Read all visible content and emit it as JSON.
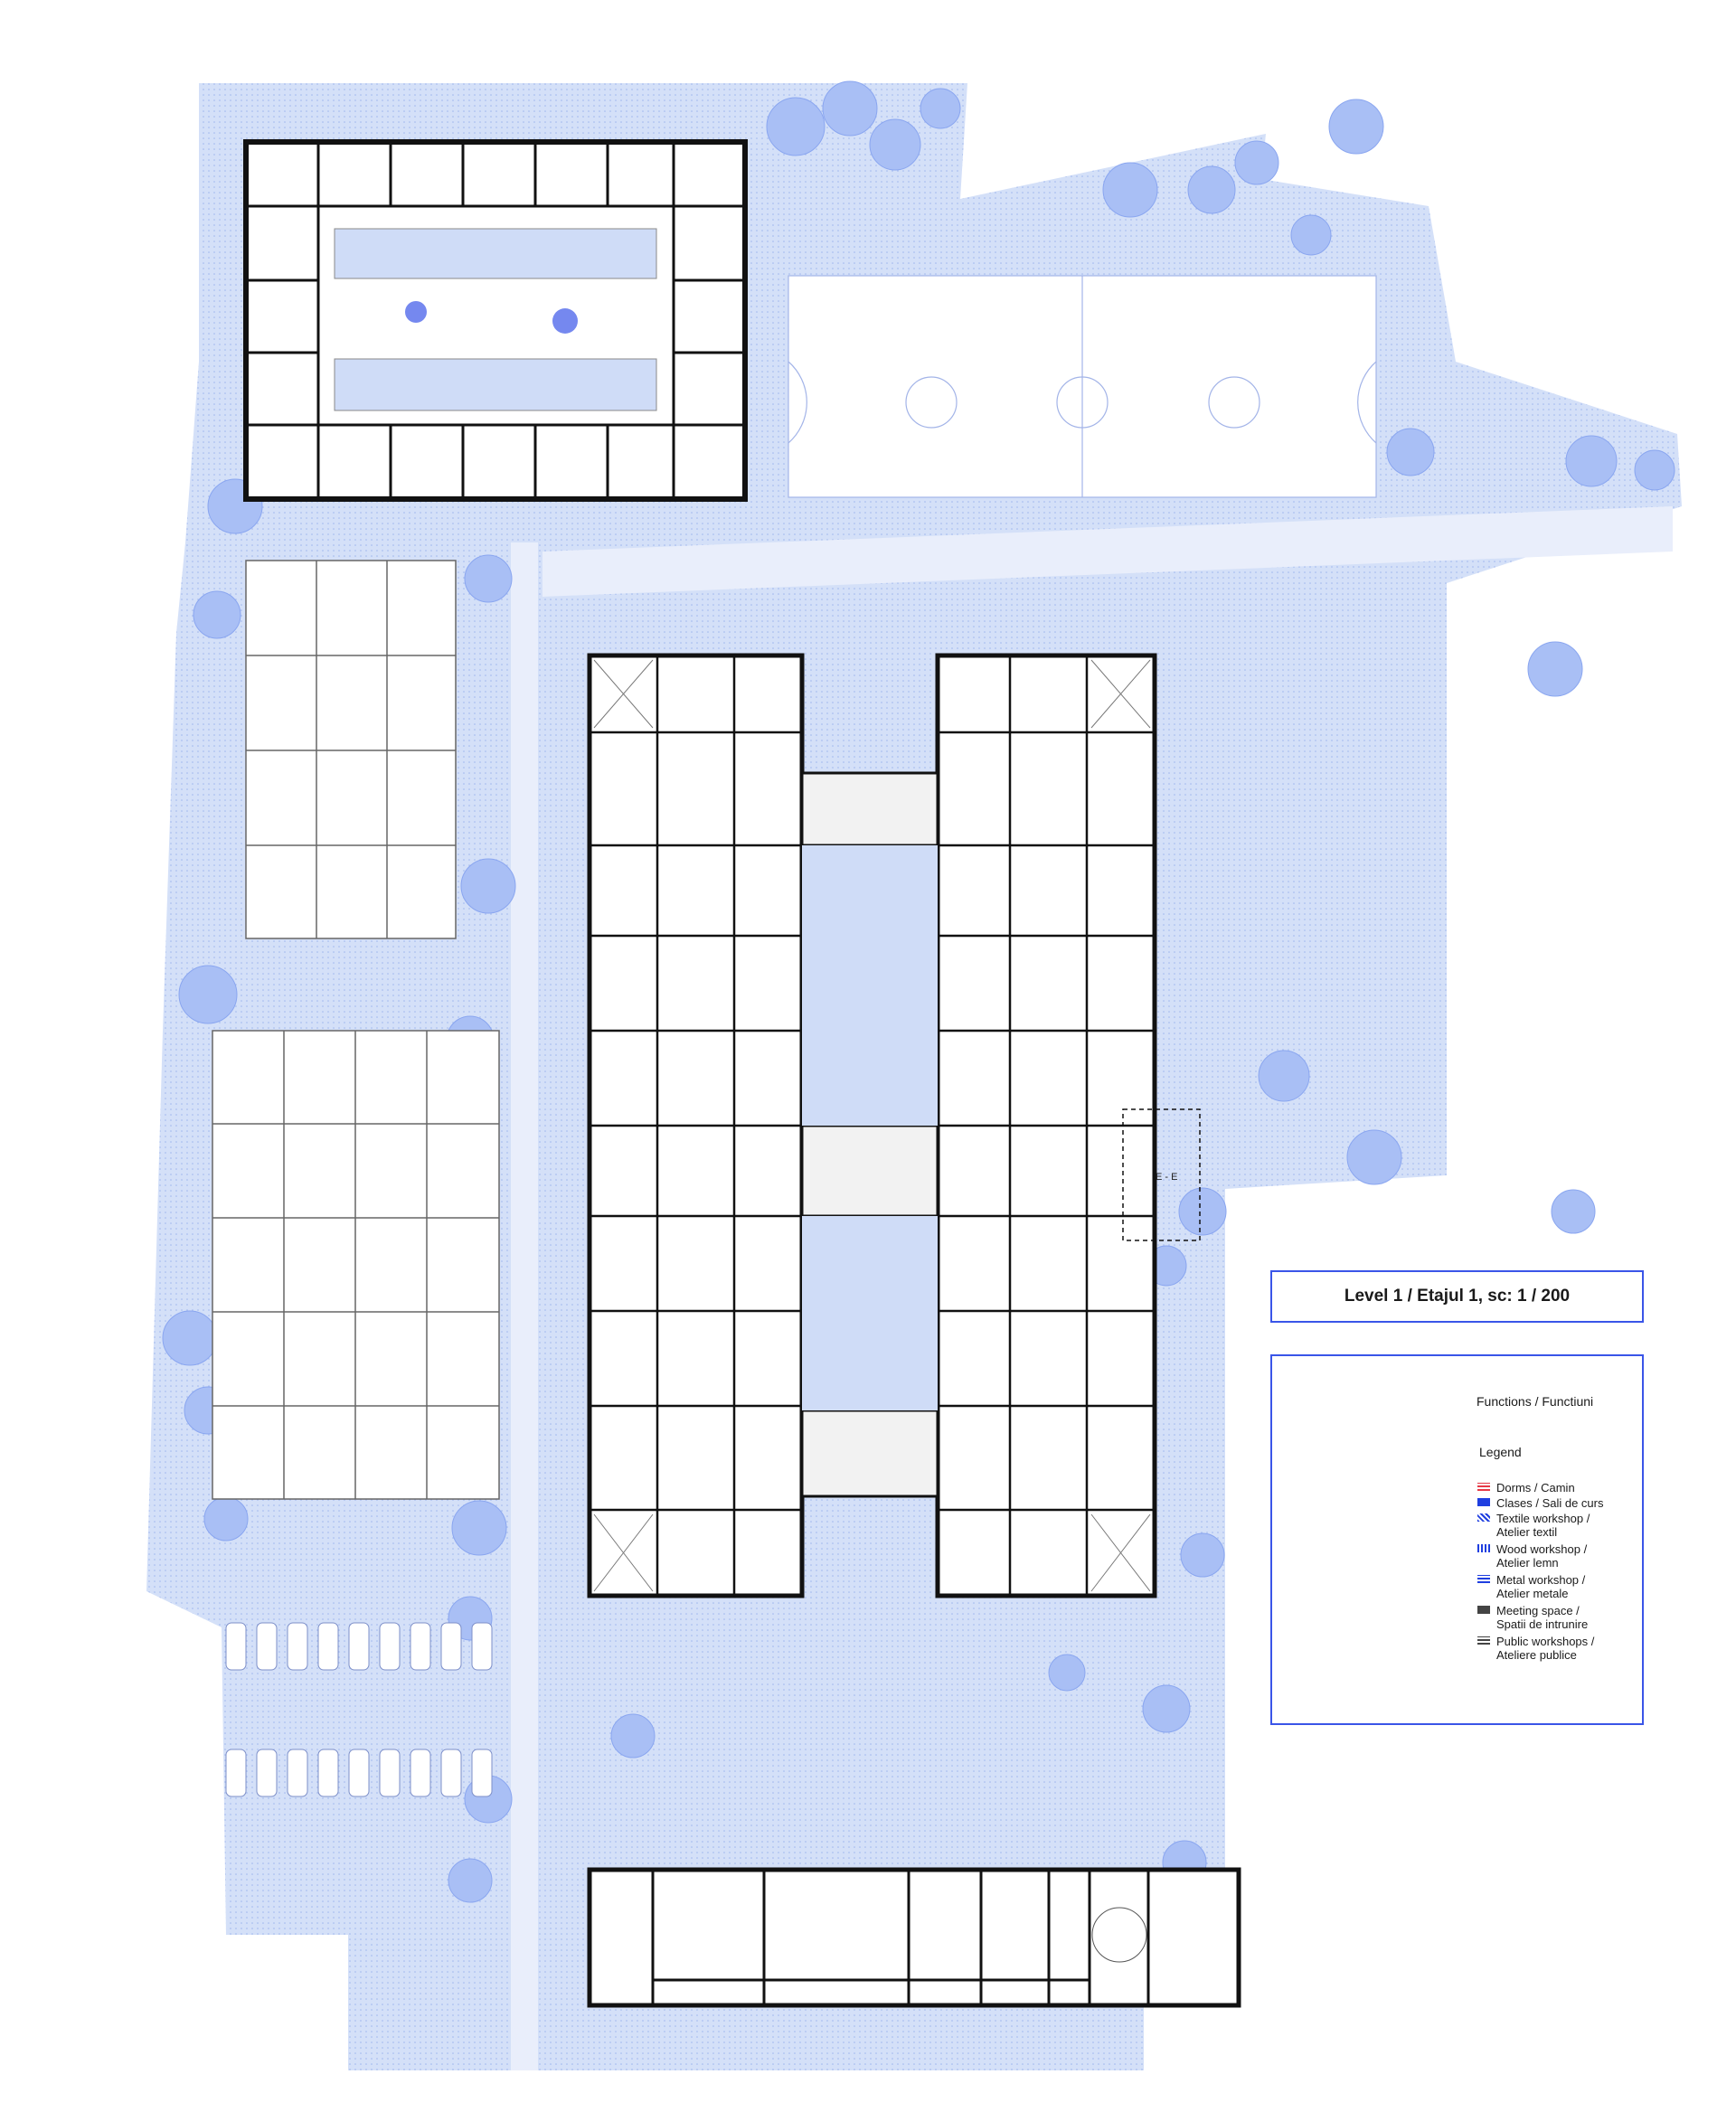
{
  "title": "Level 1 / Etajul 1, sc: 1 / 200",
  "section_mark": "E - E",
  "legend": {
    "functions_heading": "Functions / Functiuni",
    "legend_heading": "Legend",
    "items": [
      {
        "lines": [
          "Dorms /  Camin"
        ],
        "color": "#e63946",
        "pattern": "horizontal-stripes"
      },
      {
        "lines": [
          "Clases / Sali de curs"
        ],
        "color": "#1f3fe0",
        "pattern": "solid"
      },
      {
        "lines": [
          "Textile workshop /",
          "Atelier textil"
        ],
        "color": "#1f3fe0",
        "pattern": "diagonal-stripes"
      },
      {
        "lines": [
          "Wood workshop /",
          "Atelier lemn"
        ],
        "color": "#1f3fe0",
        "pattern": "vertical-stripes"
      },
      {
        "lines": [
          "Metal workshop /",
          "Atelier metale"
        ],
        "color": "#1f3fe0",
        "pattern": "horizontal-stripes"
      },
      {
        "lines": [
          "Meeting space /",
          "Spatii de intrunire"
        ],
        "color": "#444444",
        "pattern": "solid"
      },
      {
        "lines": [
          "Public workshops /",
          "Ateliere publice"
        ],
        "color": "#444444",
        "pattern": "horizontal-stripes"
      }
    ]
  },
  "colors": {
    "landscape": "#cfdcf7",
    "tree": "#a9bff5",
    "tree_dark": "#7d9cf0",
    "accent": "#3a55e8",
    "wall": "#111111"
  }
}
